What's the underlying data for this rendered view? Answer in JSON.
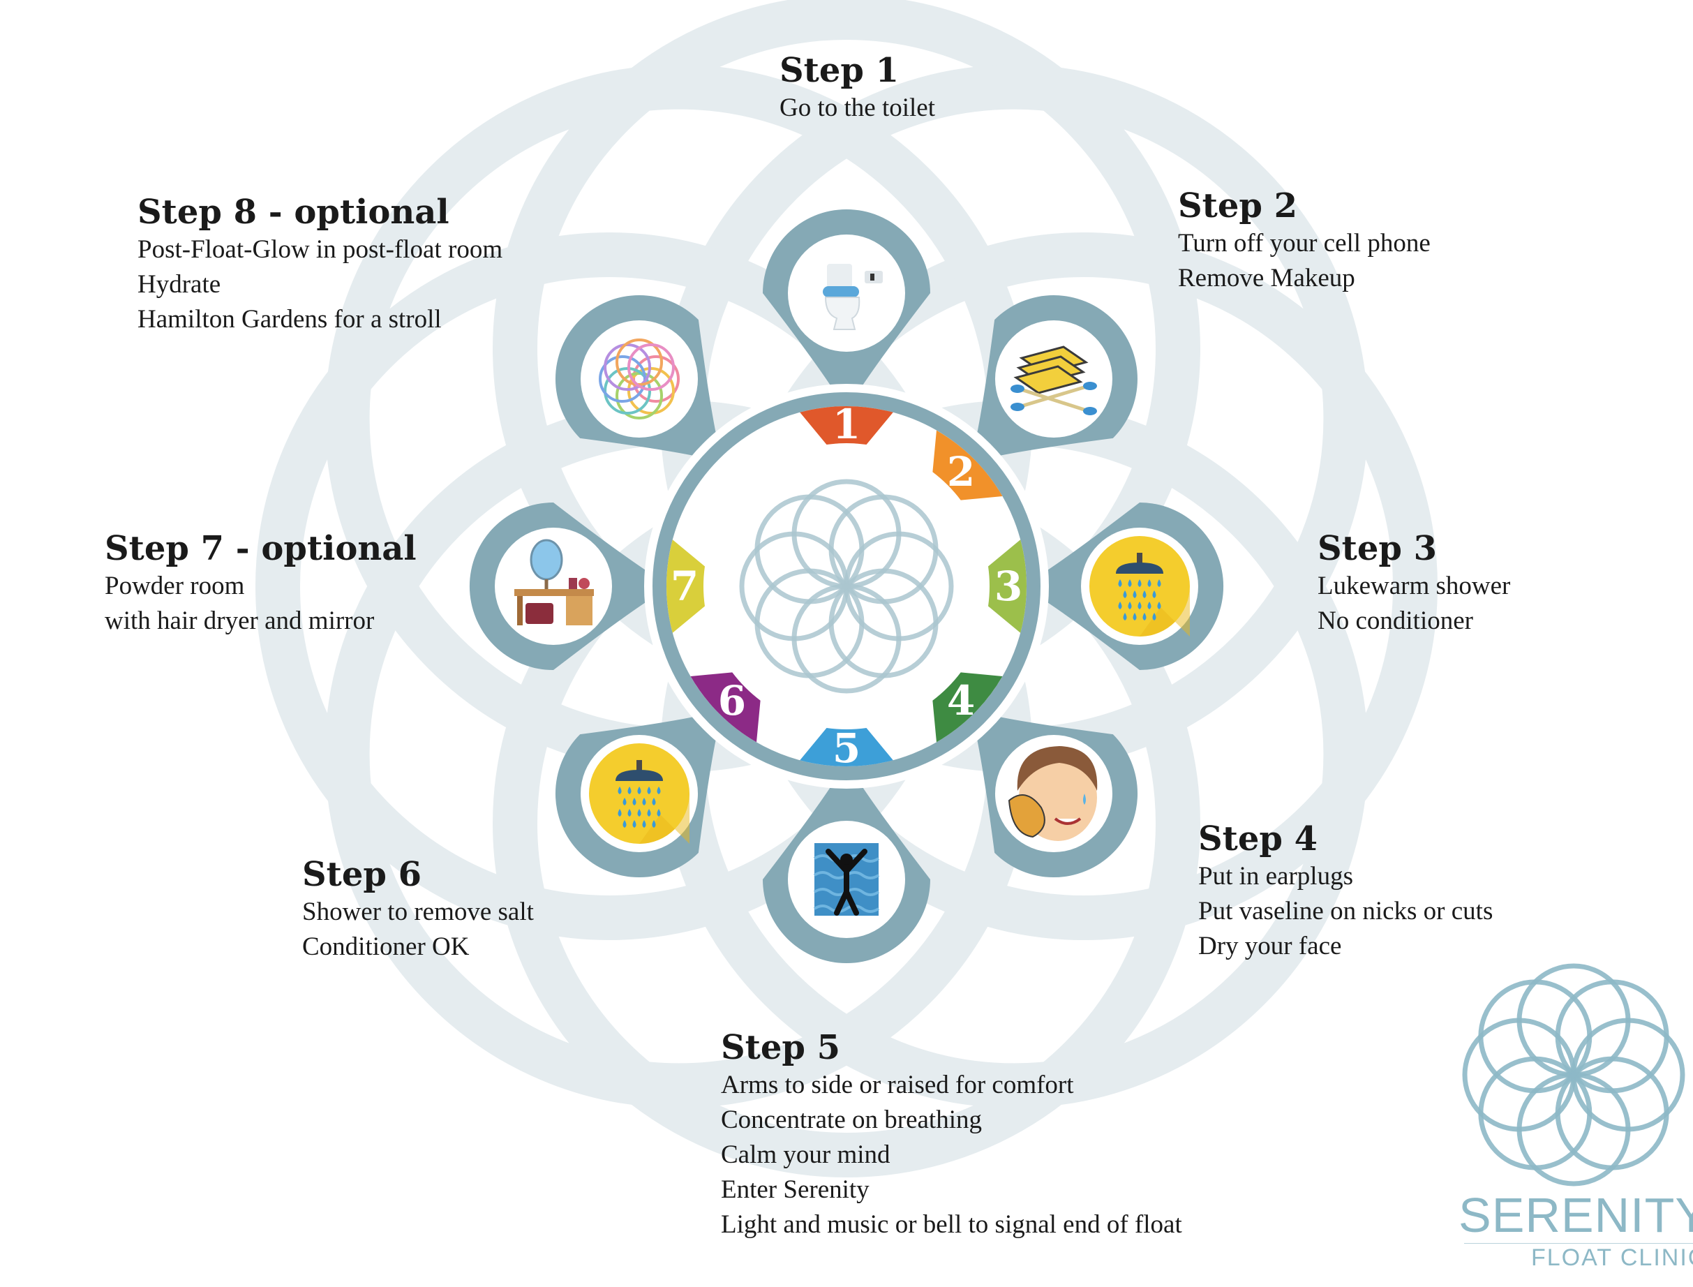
{
  "colors": {
    "ring": "#e5ecef",
    "petal": "#85a9b5",
    "petal_dark": "#7ba0ad",
    "logo": "#8db8c6",
    "num": [
      "#e0582b",
      "#f1912a",
      "#9cbf4b",
      "#3e8b42",
      "#3d9fd8",
      "#8c2a86",
      "#d9cf3b",
      "#85a9b5"
    ]
  },
  "steps": [
    {
      "number": "1",
      "title": "Step 1",
      "lines": [
        "Go to the toilet"
      ],
      "icon": "toilet-icon"
    },
    {
      "number": "2",
      "title": "Step 2",
      "lines": [
        "Turn off your cell phone",
        "Remove Makeup"
      ],
      "icon": "makeup-wipes-icon"
    },
    {
      "number": "3",
      "title": "Step 3",
      "lines": [
        "Lukewarm shower",
        "No conditioner"
      ],
      "icon": "shower-icon"
    },
    {
      "number": "4",
      "title": "Step 4",
      "lines": [
        "Put in earplugs",
        "Put vaseline on nicks or cuts",
        "Dry your face"
      ],
      "icon": "face-towel-icon"
    },
    {
      "number": "5",
      "title": "Step 5",
      "lines": [
        "Arms to side or raised for comfort",
        "Concentrate on breathing",
        "Calm your mind",
        "Enter Serenity",
        "Light and music or bell to signal end of float"
      ],
      "icon": "floating-person-icon"
    },
    {
      "number": "6",
      "title": "Step 6",
      "lines": [
        "Shower to remove salt",
        "Conditioner OK"
      ],
      "icon": "shower-icon"
    },
    {
      "number": "7",
      "title": "Step 7 - optional",
      "lines": [
        "Powder room",
        "with hair dryer and mirror"
      ],
      "icon": "vanity-table-icon"
    },
    {
      "number": "8",
      "title": "Step 8 - optional",
      "lines": [
        "Post-Float-Glow in post-float room",
        "Hydrate",
        "Hamilton Gardens for a stroll"
      ],
      "icon": "colorful-circles-icon"
    }
  ],
  "logo": {
    "name": "SERENITY",
    "subtitle": "FLOAT CLINIC"
  }
}
